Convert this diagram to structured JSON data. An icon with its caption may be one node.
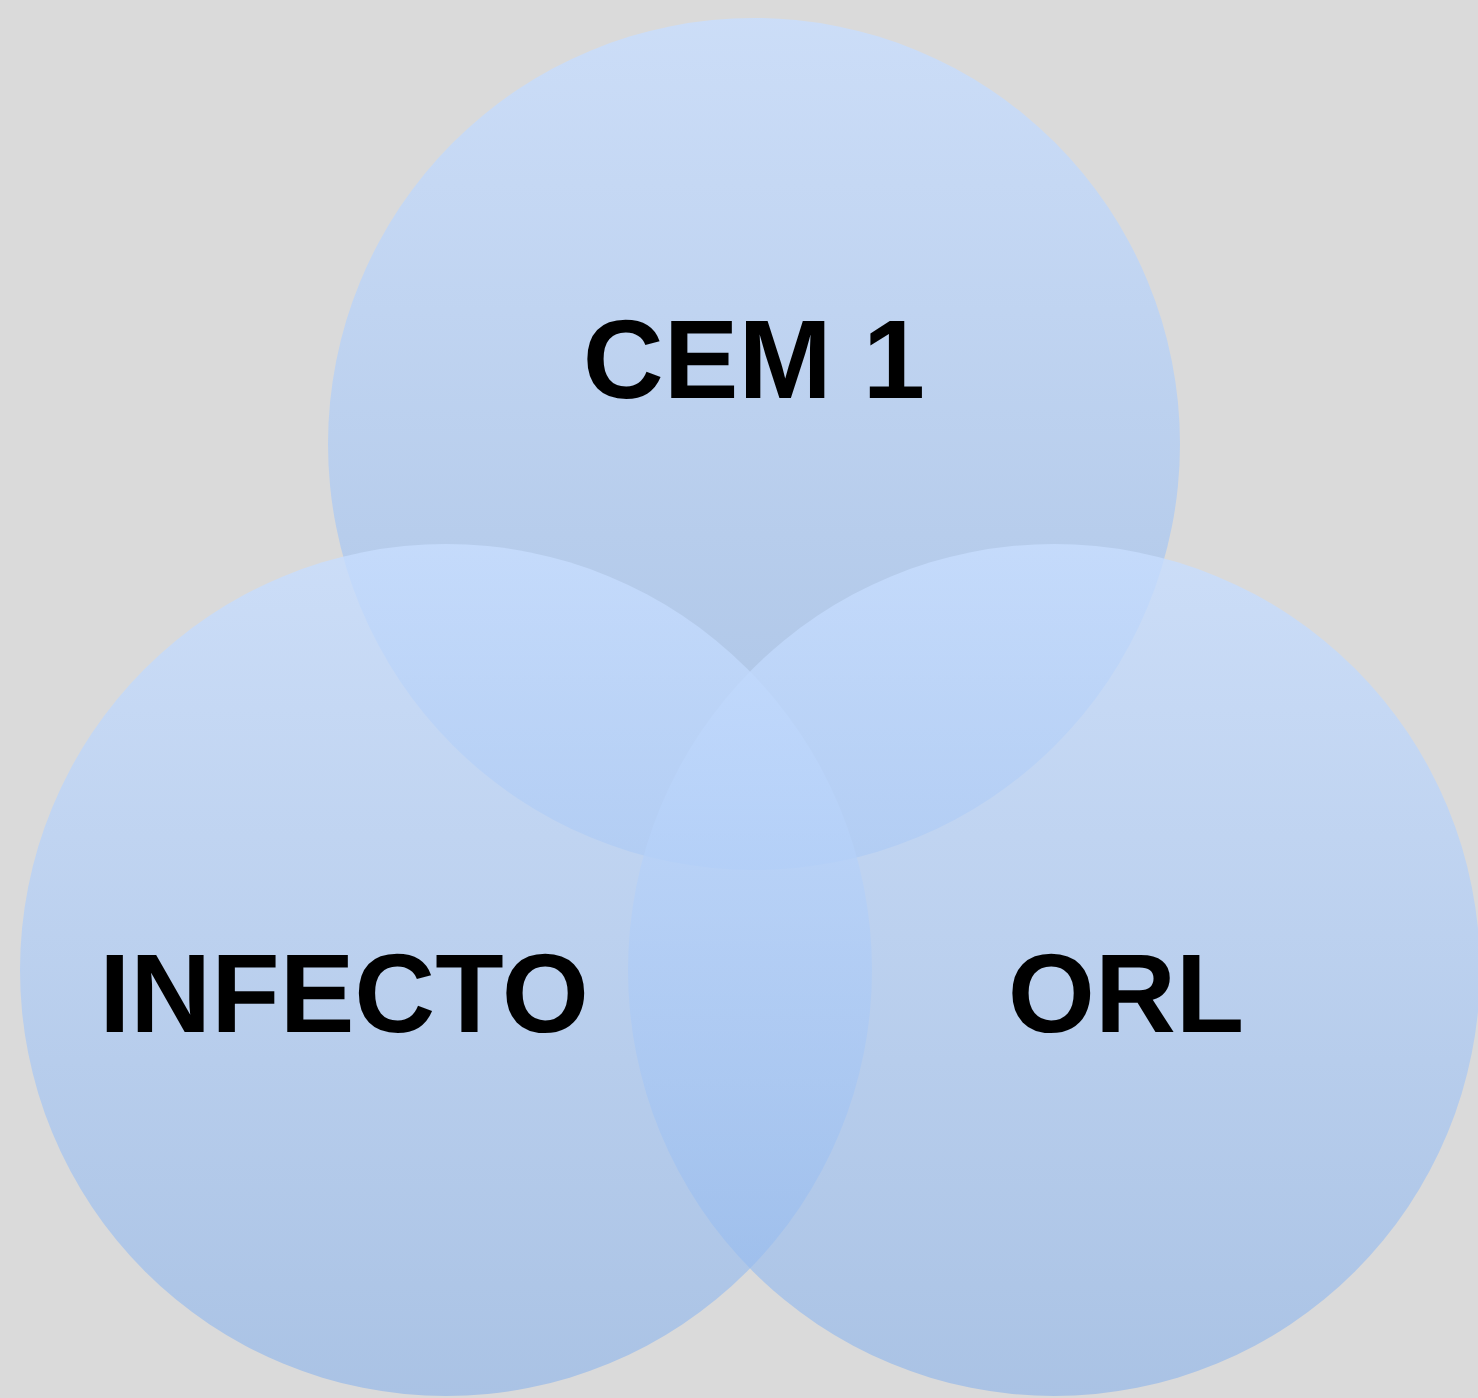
{
  "diagram": {
    "nodes": [
      {
        "text": [
          "CEM 1"
        ]
      },
      {
        "text": [
          "INFECTO"
        ]
      },
      {
        "text": [
          "ORL"
        ]
      }
    ]
  }
}
